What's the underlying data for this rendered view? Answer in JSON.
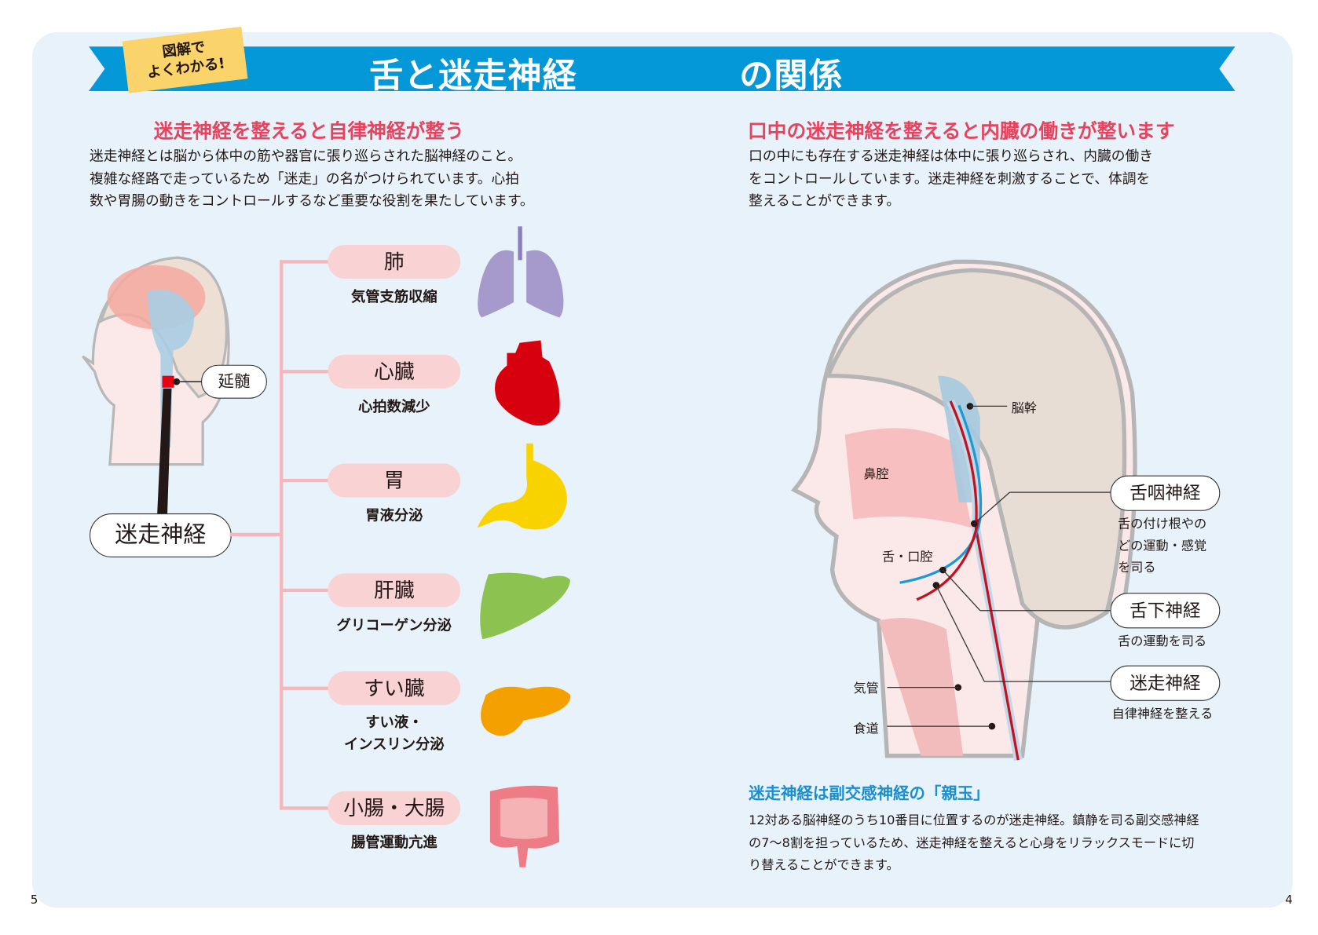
{
  "header": {
    "tag_line1": "図解で",
    "tag_line2": "よくわかる!",
    "title_part1": "舌と迷走神経",
    "title_part2": "の関係",
    "banner_color": "#0598d8"
  },
  "left": {
    "heading": "迷走神経を整えると自律神経が整う",
    "body": [
      "迷走神経とは脳から体中の筋や器官に張り巡らされた脳神経のこと。",
      "複雑な経路で走っているため「迷走」の名がつけられています。心拍",
      "数や胃腸の動きをコントロールするなど重要な役割を果たしています。"
    ],
    "medulla_label": "延髄",
    "vagus_label": "迷走神経",
    "organs": [
      {
        "name": "肺",
        "effect": "気管支筋収縮",
        "icon": "lungs-icon"
      },
      {
        "name": "心臓",
        "effect": "心拍数減少",
        "icon": "heart-icon"
      },
      {
        "name": "胃",
        "effect": "胃液分泌",
        "icon": "stomach-icon"
      },
      {
        "name": "肝臓",
        "effect": "グリコーゲン分泌",
        "icon": "liver-icon"
      },
      {
        "name": "すい臓",
        "effect_line1": "すい液・",
        "effect_line2": "インスリン分泌",
        "icon": "pancreas-icon"
      },
      {
        "name": "小腸・大腸",
        "effect": "腸管運動亢進",
        "icon": "intestine-icon"
      }
    ]
  },
  "right": {
    "heading": "口中の迷走神経を整えると内臓の働きが整います",
    "body": [
      "口の中にも存在する迷走神経は体中に張り巡らされ、内臓の働き",
      "をコントロールしています。迷走神経を刺激することで、体調を",
      "整えることができます。"
    ],
    "anatomy_labels": {
      "brainstem": "脳幹",
      "nasal_cavity": "鼻腔",
      "tongue_mouth": "舌・口腔",
      "trachea": "気管",
      "esophagus": "食道"
    },
    "nerves": [
      {
        "name": "舌咽神経",
        "desc": [
          "舌の付け根やの",
          "どの運動・感覚",
          "を司る"
        ]
      },
      {
        "name": "舌下神経",
        "desc": [
          "舌の運動を司る"
        ]
      },
      {
        "name": "迷走神経",
        "desc": [
          "自律神経を整える"
        ]
      }
    ],
    "note_heading": "迷走神経は副交感神経の「親玉」",
    "note_body": [
      "12対ある脳神経のうち10番目に位置するのが迷走神経。鎮静を司る副交感神経",
      "の7～8割を担っているため、迷走神経を整えると心身をリラックスモードに切",
      "り替えることができます。"
    ]
  },
  "page_numbers": {
    "left": "5",
    "right": "4"
  }
}
